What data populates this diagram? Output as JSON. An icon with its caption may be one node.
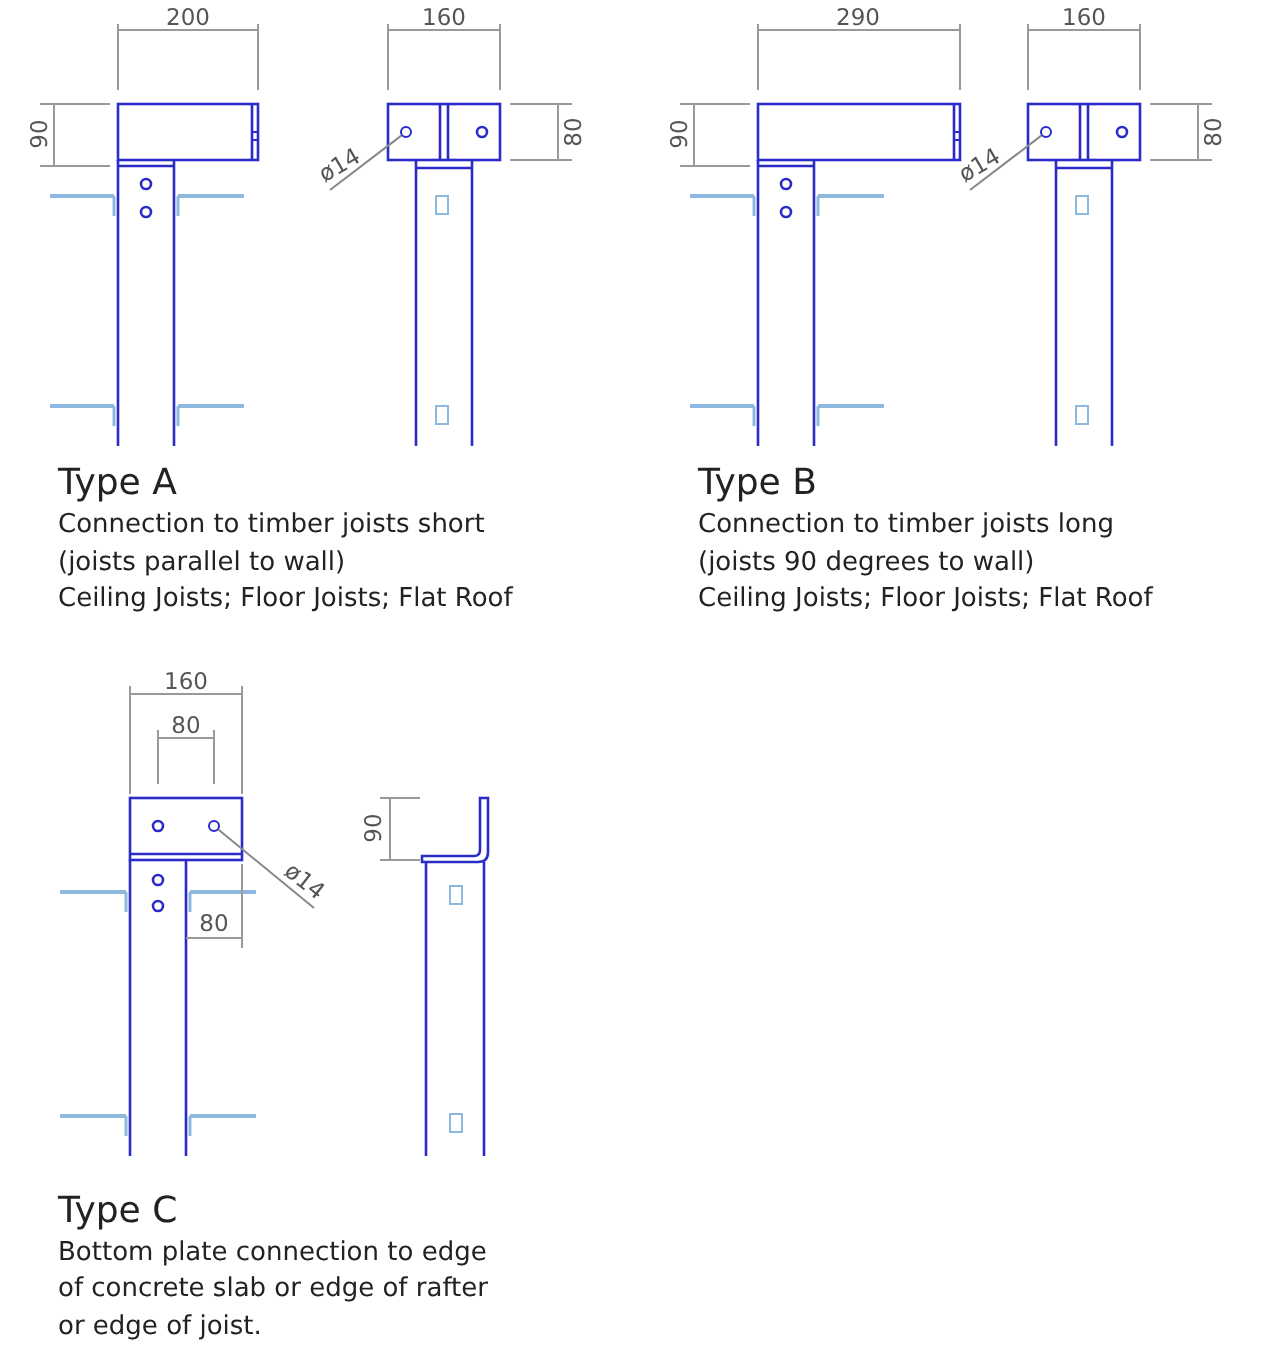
{
  "diagram": {
    "nodes": [
      {
        "text": [
          "ø14"
        ]
      },
      {
        "text": [],
        "shape": "circle"
      },
      {
        "text": [
          "ø14"
        ]
      },
      {
        "text": [],
        "shape": "circle"
      },
      {
        "text": [
          "ø14"
        ]
      },
      {
        "text": [],
        "shape": "circle"
      }
    ],
    "edges": [
      {
        "from": 0,
        "to": 1,
        "arrow": "none"
      },
      {
        "from": 2,
        "to": 3,
        "arrow": "none"
      },
      {
        "from": 4,
        "to": 5,
        "arrow": "none"
      }
    ],
    "labels": [
      "200",
      "160",
      "90",
      "80",
      "290",
      "160",
      "90",
      "80",
      "Type A",
      "Connection to timber joists short",
      "(joists parallel to wall)",
      "Ceiling Joists; Floor Joists; Flat Roof",
      "Type B",
      "Connection to timber joists long",
      "(joists 90 degrees to wall)",
      "Ceiling Joists; Floor Joists; Flat Roof",
      "160",
      "80",
      "90",
      "80",
      "Type C",
      "Bottom plate connection to edge",
      "of concrete slab or edge of rafter",
      "or edge of joist."
    ]
  }
}
